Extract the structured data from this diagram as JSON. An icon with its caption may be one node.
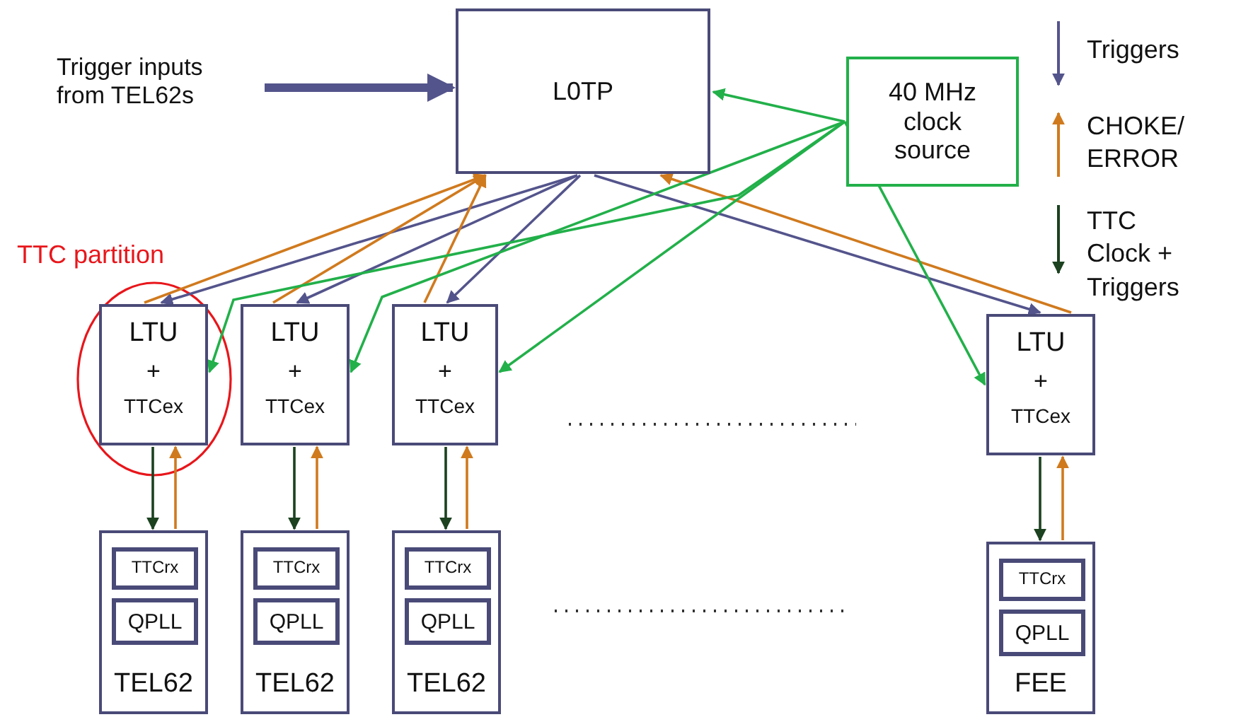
{
  "diagram": {
    "nodes": [
      {
        "text": [
          "Trigger inputs from TEL62s"
        ]
      },
      {
        "text": [
          "L0TP"
        ]
      },
      {
        "text": [
          "40 MHz clock source"
        ]
      },
      {
        "text": [
          "LTU",
          "+",
          "TTCex"
        ]
      },
      {
        "text": [
          "LTU",
          "+",
          "TTCex"
        ]
      },
      {
        "text": [
          "LTU",
          "+",
          "TTCex"
        ]
      },
      {
        "text": [
          "LTU",
          "+",
          "TTCex"
        ]
      },
      {
        "text": [
          "TEL62"
        ]
      },
      {
        "text": [
          "TTCrx"
        ],
        "in": 7
      },
      {
        "text": [
          "QPLL"
        ],
        "in": 7
      },
      {
        "text": [
          "TEL62"
        ]
      },
      {
        "text": [
          "TTCrx"
        ],
        "in": 10
      },
      {
        "text": [
          "QPLL"
        ],
        "in": 10
      },
      {
        "text": [
          "TEL62"
        ]
      },
      {
        "text": [
          "TTCrx"
        ],
        "in": 13
      },
      {
        "text": [
          "QPLL"
        ],
        "in": 13
      },
      {
        "text": [
          "FEE"
        ]
      },
      {
        "text": [
          "TTCrx"
        ],
        "in": 16
      },
      {
        "text": [
          "QPLL"
        ],
        "in": 16
      }
    ],
    "edges": [
      {
        "from": 0,
        "to": 1,
        "arrow": "to",
        "style": "thick",
        "color": "#54548c"
      },
      {
        "from": 1,
        "to": 3,
        "arrow": "to",
        "color": "#54548c"
      },
      {
        "from": 1,
        "to": 4,
        "arrow": "to",
        "color": "#54548c"
      },
      {
        "from": 1,
        "to": 5,
        "arrow": "to",
        "color": "#54548c"
      },
      {
        "from": 1,
        "to": 6,
        "arrow": "to",
        "color": "#54548c"
      },
      {
        "from": 3,
        "to": 1,
        "arrow": "to"
      },
      {
        "from": 4,
        "to": 1,
        "arrow": "to"
      },
      {
        "from": 5,
        "to": 1,
        "arrow": "to"
      },
      {
        "from": 6,
        "to": 1,
        "arrow": "to"
      },
      {
        "from": 2,
        "to": 1,
        "arrow": "to",
        "color": "#22b04a"
      },
      {
        "from": 2,
        "to": 3,
        "arrow": "to",
        "color": "#22b04a"
      },
      {
        "from": 2,
        "to": 4,
        "arrow": "to",
        "color": "#22b04a"
      },
      {
        "from": 2,
        "to": 5,
        "arrow": "to",
        "color": "#22b04a"
      },
      {
        "from": 2,
        "to": 6,
        "arrow": "to",
        "color": "#22b04a"
      },
      {
        "from": 3,
        "to": 7,
        "arrow": "to",
        "color": "#1c4220"
      },
      {
        "from": 4,
        "to": 10,
        "arrow": "to",
        "color": "#1c4220"
      },
      {
        "from": 5,
        "to": 13,
        "arrow": "to",
        "color": "#1c4220"
      },
      {
        "from": 6,
        "to": 16,
        "arrow": "to",
        "color": "#1c4220"
      },
      {
        "from": 7,
        "to": 3,
        "arrow": "to"
      },
      {
        "from": 10,
        "to": 4,
        "arrow": "to"
      },
      {
        "from": 13,
        "to": 5,
        "arrow": "to"
      },
      {
        "from": 16,
        "to": 6,
        "arrow": "to"
      }
    ],
    "labels": [
      "TTC partition"
    ],
    "legend": [
      {
        "text": "Triggers"
      },
      {
        "text": "CHOKE/ ERROR"
      },
      {
        "text": "TTC Clock + Triggers"
      }
    ]
  }
}
